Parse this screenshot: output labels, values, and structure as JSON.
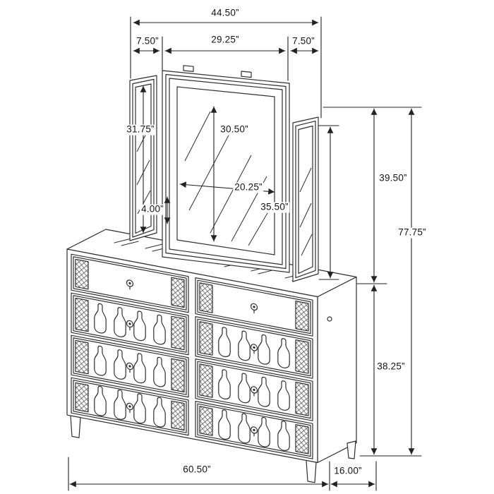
{
  "dimensions": {
    "mirror_total_width": "44.50”",
    "mirror_left_panel_width": "7.50”",
    "mirror_center_width": "29.25”",
    "mirror_right_panel_width": "7.50”",
    "mirror_left_panel_height": "31.75”",
    "mirror_center_glass_height": "30.50”",
    "mirror_center_glass_width": "20.25”",
    "mirror_frame_offset": "4.00”",
    "mirror_right_panel_height": "35.50”",
    "mirror_assembly_height": "39.50”",
    "overall_height": "77.75”",
    "dresser_height": "38.25”",
    "dresser_width": "60.50”",
    "dresser_depth": "16.00”"
  },
  "colors": {
    "line": "#2e2e2e",
    "dimension_line": "#222222",
    "background": "#ffffff"
  }
}
